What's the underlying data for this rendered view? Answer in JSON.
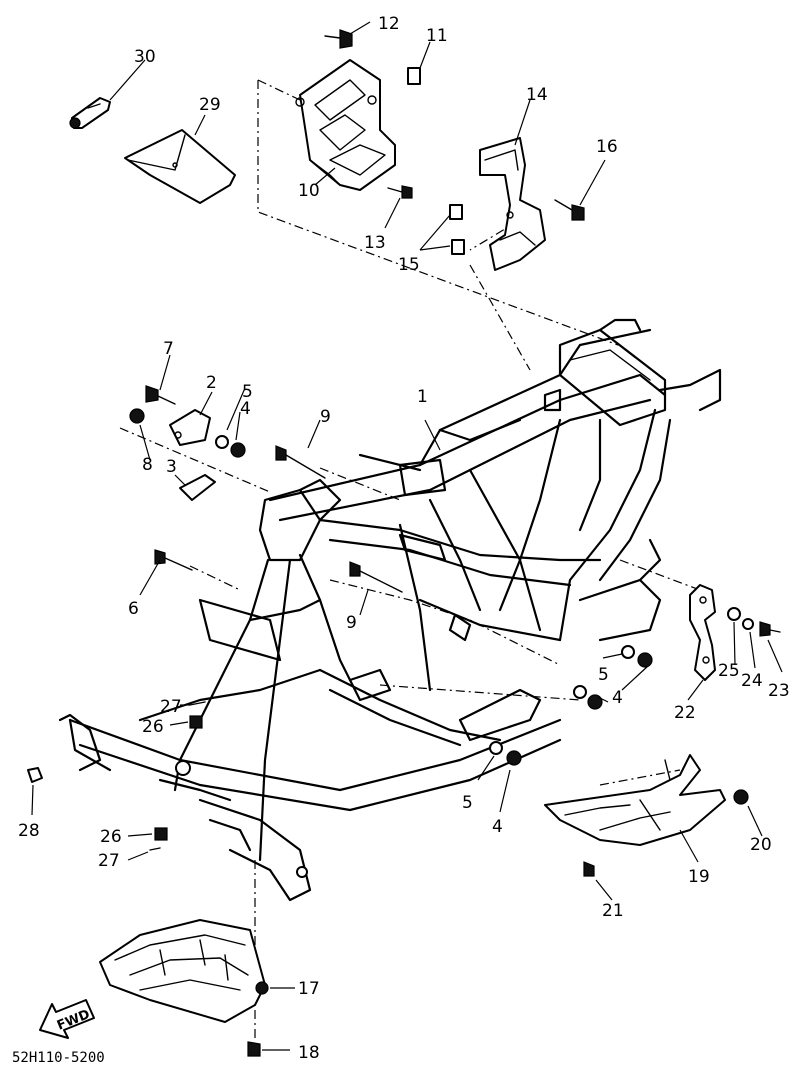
{
  "diagram": {
    "drawing_code": "52H110-5200",
    "direction_marker": "FWD",
    "callouts": [
      {
        "id": "c1",
        "label": "1"
      },
      {
        "id": "c2",
        "label": "2"
      },
      {
        "id": "c3",
        "label": "3"
      },
      {
        "id": "c4a",
        "label": "4"
      },
      {
        "id": "c4b",
        "label": "4"
      },
      {
        "id": "c4c",
        "label": "4"
      },
      {
        "id": "c5a",
        "label": "5"
      },
      {
        "id": "c5b",
        "label": "5"
      },
      {
        "id": "c5c",
        "label": "5"
      },
      {
        "id": "c6",
        "label": "6"
      },
      {
        "id": "c7",
        "label": "7"
      },
      {
        "id": "c8",
        "label": "8"
      },
      {
        "id": "c9a",
        "label": "9"
      },
      {
        "id": "c9b",
        "label": "9"
      },
      {
        "id": "c10",
        "label": "10"
      },
      {
        "id": "c11",
        "label": "11"
      },
      {
        "id": "c12",
        "label": "12"
      },
      {
        "id": "c13",
        "label": "13"
      },
      {
        "id": "c14",
        "label": "14"
      },
      {
        "id": "c15",
        "label": "15"
      },
      {
        "id": "c16",
        "label": "16"
      },
      {
        "id": "c17",
        "label": "17"
      },
      {
        "id": "c18",
        "label": "18"
      },
      {
        "id": "c19",
        "label": "19"
      },
      {
        "id": "c20",
        "label": "20"
      },
      {
        "id": "c21",
        "label": "21"
      },
      {
        "id": "c22",
        "label": "22"
      },
      {
        "id": "c23",
        "label": "23"
      },
      {
        "id": "c24",
        "label": "24"
      },
      {
        "id": "c25",
        "label": "25"
      },
      {
        "id": "c26a",
        "label": "26"
      },
      {
        "id": "c26b",
        "label": "26"
      },
      {
        "id": "c27a",
        "label": "27"
      },
      {
        "id": "c27b",
        "label": "27"
      },
      {
        "id": "c28",
        "label": "28"
      },
      {
        "id": "c29",
        "label": "29"
      },
      {
        "id": "c30",
        "label": "30"
      }
    ]
  }
}
